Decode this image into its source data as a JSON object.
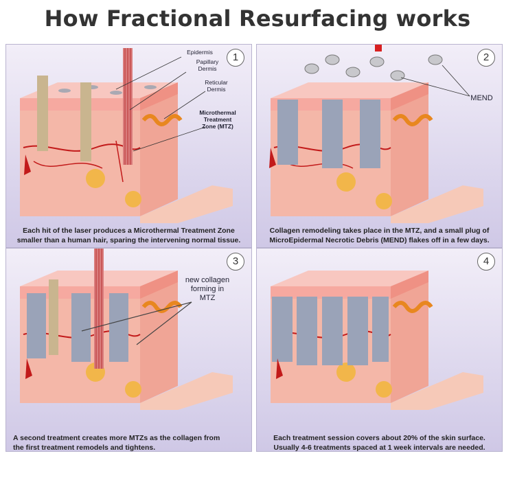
{
  "title": "How Fractional Resurfacing works",
  "panels": [
    {
      "number": "1",
      "labels": [
        "Epidermis",
        "Papillary Dermis",
        "Reticular Dermis",
        "Microthermal Treatment Zone (MTZ)"
      ],
      "caption_lines": [
        "Each hit of the laser produces a Microthermal Treatment Zone",
        "smaller than a human hair, sparing the intervening normal tissue."
      ]
    },
    {
      "number": "2",
      "labels": [
        "MEND"
      ],
      "caption_lines": [
        "Collagen remodeling takes place in the MTZ, and a small plug of",
        "MicroEpidermal Necrotic Debris (MEND) flakes off in a few days."
      ]
    },
    {
      "number": "3",
      "labels": [
        "new collagen forming in MTZ"
      ],
      "caption_lines": [
        "A second treatment creates more MTZs as the collagen from",
        "the first treatment remodels and tightens."
      ]
    },
    {
      "number": "4",
      "labels": [],
      "caption_lines": [
        "Each treatment session covers about 20% of the skin surface.",
        "Usually 4-6 treatments spaced at 1 week intervals are needed."
      ]
    }
  ],
  "colors": {
    "skin": "#f4b7a8",
    "epidermis": "#f6a9a0",
    "collagen_zone": "#9aa3b8",
    "vessel": "#c21a1a",
    "fat": "#f2b64a"
  }
}
